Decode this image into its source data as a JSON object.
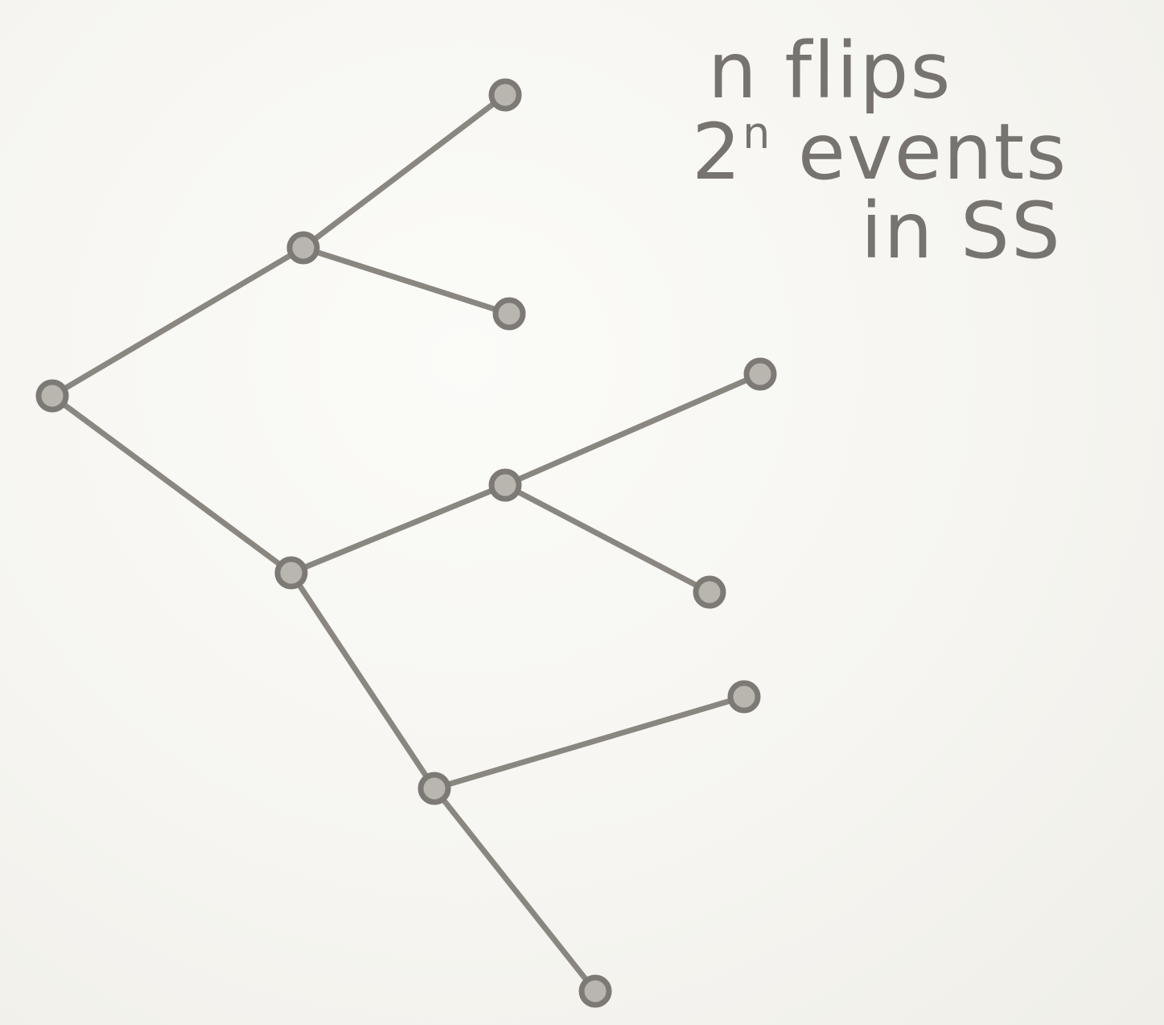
{
  "diagram": {
    "kind": "tree",
    "stroke_color": "#8a8680",
    "node_color": "#7d7a76",
    "nodes": [
      {
        "id": "root"
      },
      {
        "id": "upper-branch"
      },
      {
        "id": "upper-leaf-1"
      },
      {
        "id": "upper-leaf-2"
      },
      {
        "id": "middle-branch"
      },
      {
        "id": "middle-sub-branch"
      },
      {
        "id": "middle-leaf-1"
      },
      {
        "id": "middle-leaf-2"
      },
      {
        "id": "lower-branch"
      },
      {
        "id": "lower-leaf-1"
      },
      {
        "id": "lower-leaf-2"
      }
    ],
    "edges": [
      {
        "from": "root",
        "to": "upper-branch"
      },
      {
        "from": "upper-branch",
        "to": "upper-leaf-1"
      },
      {
        "from": "upper-branch",
        "to": "upper-leaf-2"
      },
      {
        "from": "root",
        "to": "middle-branch"
      },
      {
        "from": "middle-branch",
        "to": "middle-sub-branch"
      },
      {
        "from": "middle-sub-branch",
        "to": "middle-leaf-1"
      },
      {
        "from": "middle-sub-branch",
        "to": "middle-leaf-2"
      },
      {
        "from": "middle-branch",
        "to": "lower-branch"
      },
      {
        "from": "lower-branch",
        "to": "lower-leaf-1"
      },
      {
        "from": "lower-branch",
        "to": "lower-leaf-2"
      }
    ]
  },
  "annotation": {
    "line1": "n flips",
    "line2_base": "2",
    "line2_exponent": "n",
    "line2_rest": " events",
    "line3": "in SS"
  }
}
